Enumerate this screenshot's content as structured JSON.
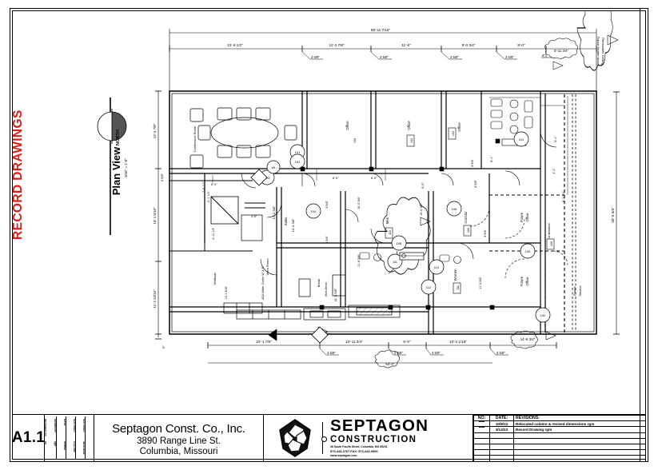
{
  "sheet": {
    "number": "A1.1",
    "record_drawings_label": "RECORD DRAWINGS",
    "record_drawings_color": "#e01b18"
  },
  "title_block": {
    "stamps": [
      {
        "label": "REVIEWED BY:",
        "value": "mr"
      },
      {
        "label": "DRAWN BY:",
        "value": "rgm"
      },
      {
        "label": "DATE:",
        "value": "5/06/12"
      },
      {
        "label": "SCO PROJ:",
        "value": "5-12-409"
      },
      {
        "label": "SCC PROJ:",
        "value": "3E12-8118"
      }
    ],
    "company": {
      "name": "Septagon Const. Co., Inc.",
      "address_line1": "3890 Range Line St.",
      "address_line2": "Columbia, Missouri"
    },
    "logo": {
      "mark_name": "septagon-heptagon-logo",
      "word_main": "SEPTAGON",
      "word_sub": "CONSTRUCTION",
      "address": "28 South Fourth Street, Columbia, MO 65201",
      "phone": "573-443-2767          FAX: 573-443-0999",
      "website": "www.septagon.com"
    },
    "revisions": {
      "headers": [
        "NO:",
        "DATE:",
        "REVISIONS:"
      ],
      "rows": [
        {
          "no": "1",
          "date": "10/8/12",
          "text": "Relocated column & revised dimensions    rgm"
        },
        {
          "no": "2",
          "date": "3/14/13",
          "text": "Record Drawing     rgm"
        },
        {
          "no": "",
          "date": "",
          "text": ""
        },
        {
          "no": "",
          "date": "",
          "text": ""
        },
        {
          "no": "",
          "date": "",
          "text": ""
        },
        {
          "no": "",
          "date": "",
          "text": ""
        },
        {
          "no": "",
          "date": "",
          "text": ""
        }
      ]
    }
  },
  "plan": {
    "title": "Plan View",
    "scale": "3/16\" = 1'-0\"",
    "north_label": "NORTH",
    "dimensions": {
      "top_overall": "68'-11 7/16\"",
      "top_segments": [
        "21'-6 1/2\"",
        "11'-3 7/8\"",
        "11'-6\"",
        "9'-0 3/4\"",
        "8'-0\"",
        "5'-11 3/4\""
      ],
      "top_column_tags": [
        "3 5/8\"",
        "3 5/8\"",
        "3 5/8\"",
        "3 5/8\"",
        "6\""
      ],
      "bottom_overall": "64'-0\"",
      "bottom_segments": [
        "22'-1 7/8\"",
        "10'-11 3/4\"",
        "6'-0\"",
        "10'-2 1/16\"",
        "14'-6 3/4\""
      ],
      "bottom_column_tags": [
        "3 5/8\"",
        "3 5/8\"",
        "3 5/8\"",
        "3 5/8\""
      ],
      "left_segments": [
        "12'-4 7/8\"",
        "15'-1 5/16\"",
        "11'-2 13/16\""
      ],
      "left_small": [
        "3 5/8\"",
        "6\""
      ],
      "right_overall": "40'-0 3/4\"",
      "interior": [
        "6'-0\"",
        "6'-0\"",
        "6'-0\"",
        "4'-6\"",
        "2'-6 1/2\"",
        "2'-1 1/2\"",
        "4'-11 1/4\"",
        "10'-4 3/8\"",
        "11'-6 5/8\"",
        "10'-0 3/8\"",
        "3 5/8\"",
        "3 5/8\"",
        "3 5/8\"",
        "11'-3 5/8\"",
        "8'-1\"",
        "6'-1\"",
        "4'-1\"",
        "8'-3 3/4\"",
        "3 5/8\"",
        "3 5/8\""
      ]
    },
    "rooms": [
      {
        "name": "Conference Room",
        "tag": ""
      },
      {
        "name": "Office",
        "tag": "102"
      },
      {
        "name": "Office",
        "tag": "103"
      },
      {
        "name": "Office",
        "tag": "104"
      },
      {
        "name": "Sales",
        "tag": "106"
      },
      {
        "name": "Men",
        "tag": "110"
      },
      {
        "name": "Women",
        "tag": "111"
      },
      {
        "name": "Work Room",
        "tag": "108"
      },
      {
        "name": "Corridor",
        "tag": "100"
      },
      {
        "name": "Break",
        "tag": "112"
      },
      {
        "name": "Mech.",
        "tag": "114"
      },
      {
        "name": "Future Office",
        "tag": ""
      },
      {
        "name": "Future Office",
        "tag": ""
      },
      {
        "name": "Unfinished",
        "tag": "130"
      },
      {
        "name": "Future Service",
        "tag": ""
      },
      {
        "name": "Vestibule",
        "tag": "101"
      }
    ],
    "notes": [
      {
        "text": "Future Heater above Removable Ceiling",
        "type": "revision-cloud"
      },
      {
        "text": "5'-11 3/4\"",
        "type": "revision-cloud"
      },
      {
        "text": "64'-0\"",
        "type": "revision-cloud"
      },
      {
        "text": "14'-6 3/4\"",
        "type": "revision-cloud"
      }
    ],
    "door_tags": [
      "101",
      "102",
      "103",
      "104",
      "106",
      "108",
      "110",
      "111",
      "112",
      "114",
      "130"
    ]
  }
}
